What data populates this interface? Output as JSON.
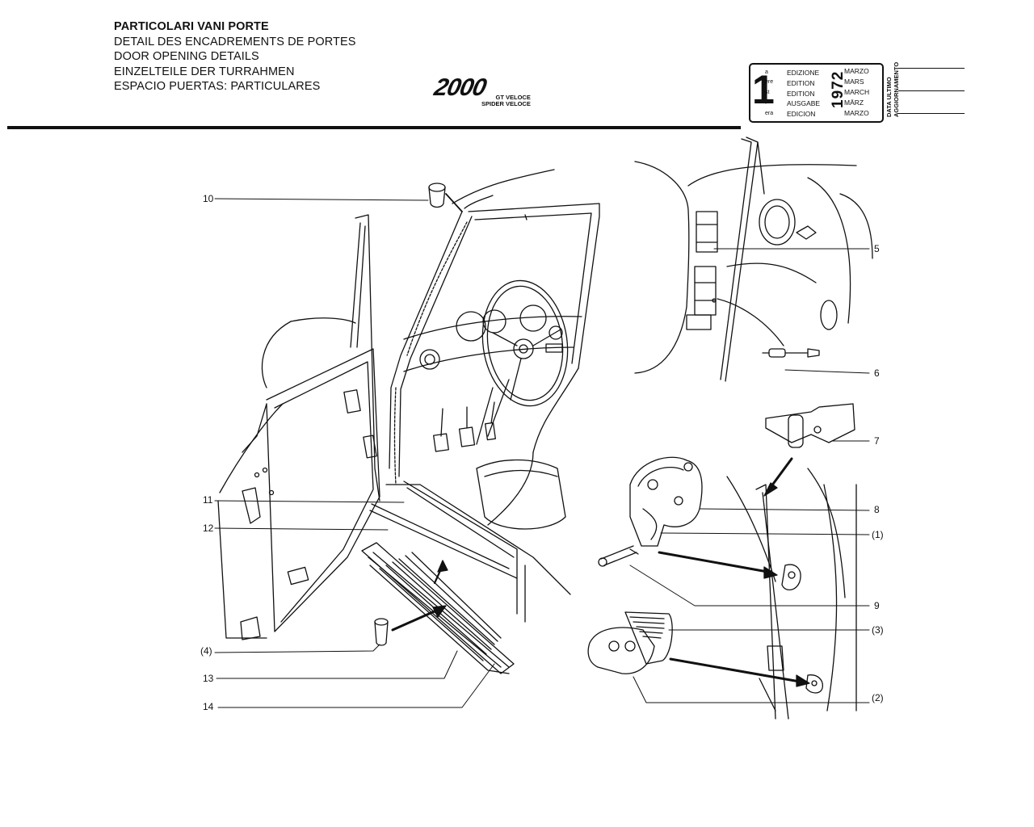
{
  "header": {
    "title_it": "PARTICOLARI VANI PORTE",
    "title_fr": "DETAIL DES ENCADREMENTS DE PORTES",
    "title_en": "DOOR OPENING DETAILS",
    "title_de": "EINZELTEILE DER TURRAHMEN",
    "title_es": "ESPACIO PUERTAS: PARTICULARES"
  },
  "logo": {
    "model": "2000",
    "variant_1": "GT VELOCE",
    "variant_2": "SPIDER VELOCE"
  },
  "edition_box": {
    "number": "1",
    "suffixes": [
      "a",
      "ère",
      "st",
      ".",
      "era"
    ],
    "editions": [
      "EDIZIONE",
      "EDITION",
      "EDITION",
      "AUSGABE",
      "EDICION"
    ],
    "year": "1972",
    "months": [
      "MARZO",
      "MARS",
      "MARCH",
      "MÄRZ",
      "MARZO"
    ],
    "update_label_1": "DATA ULTIMO",
    "update_label_2": "AGGIORNAMENTO"
  },
  "callouts": [
    "10",
    "11",
    "12",
    "(4)",
    "13",
    "14",
    "5",
    "6",
    "7",
    "8",
    "(1)",
    "9",
    "(3)",
    "(2)"
  ]
}
